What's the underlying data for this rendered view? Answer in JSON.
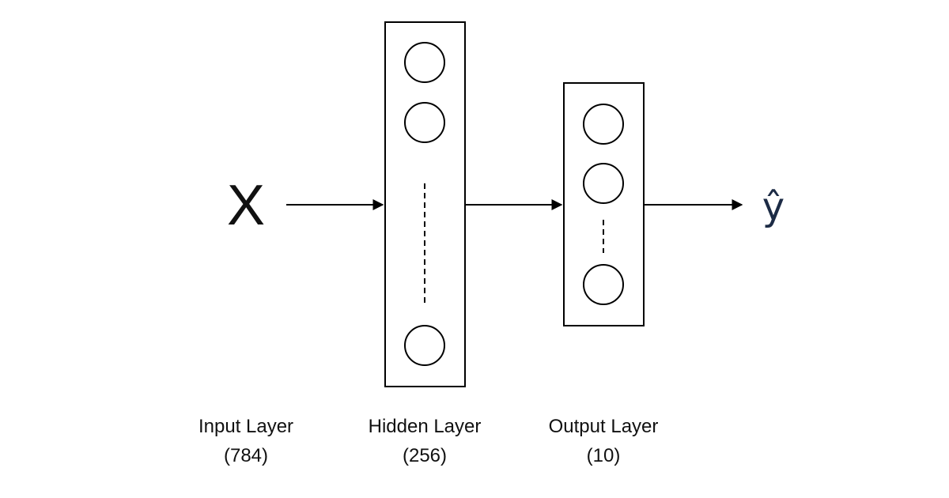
{
  "diagram": {
    "input_symbol": "X",
    "output_symbol": "ŷ",
    "layers": [
      {
        "name": "Input Layer",
        "size": "(784)"
      },
      {
        "name": "Hidden Layer",
        "size": "(256)"
      },
      {
        "name": "Output Layer",
        "size": "(10)"
      }
    ]
  },
  "colors": {
    "stroke": "#000000",
    "output_symbol": "#1c2b45",
    "background": "#ffffff"
  }
}
